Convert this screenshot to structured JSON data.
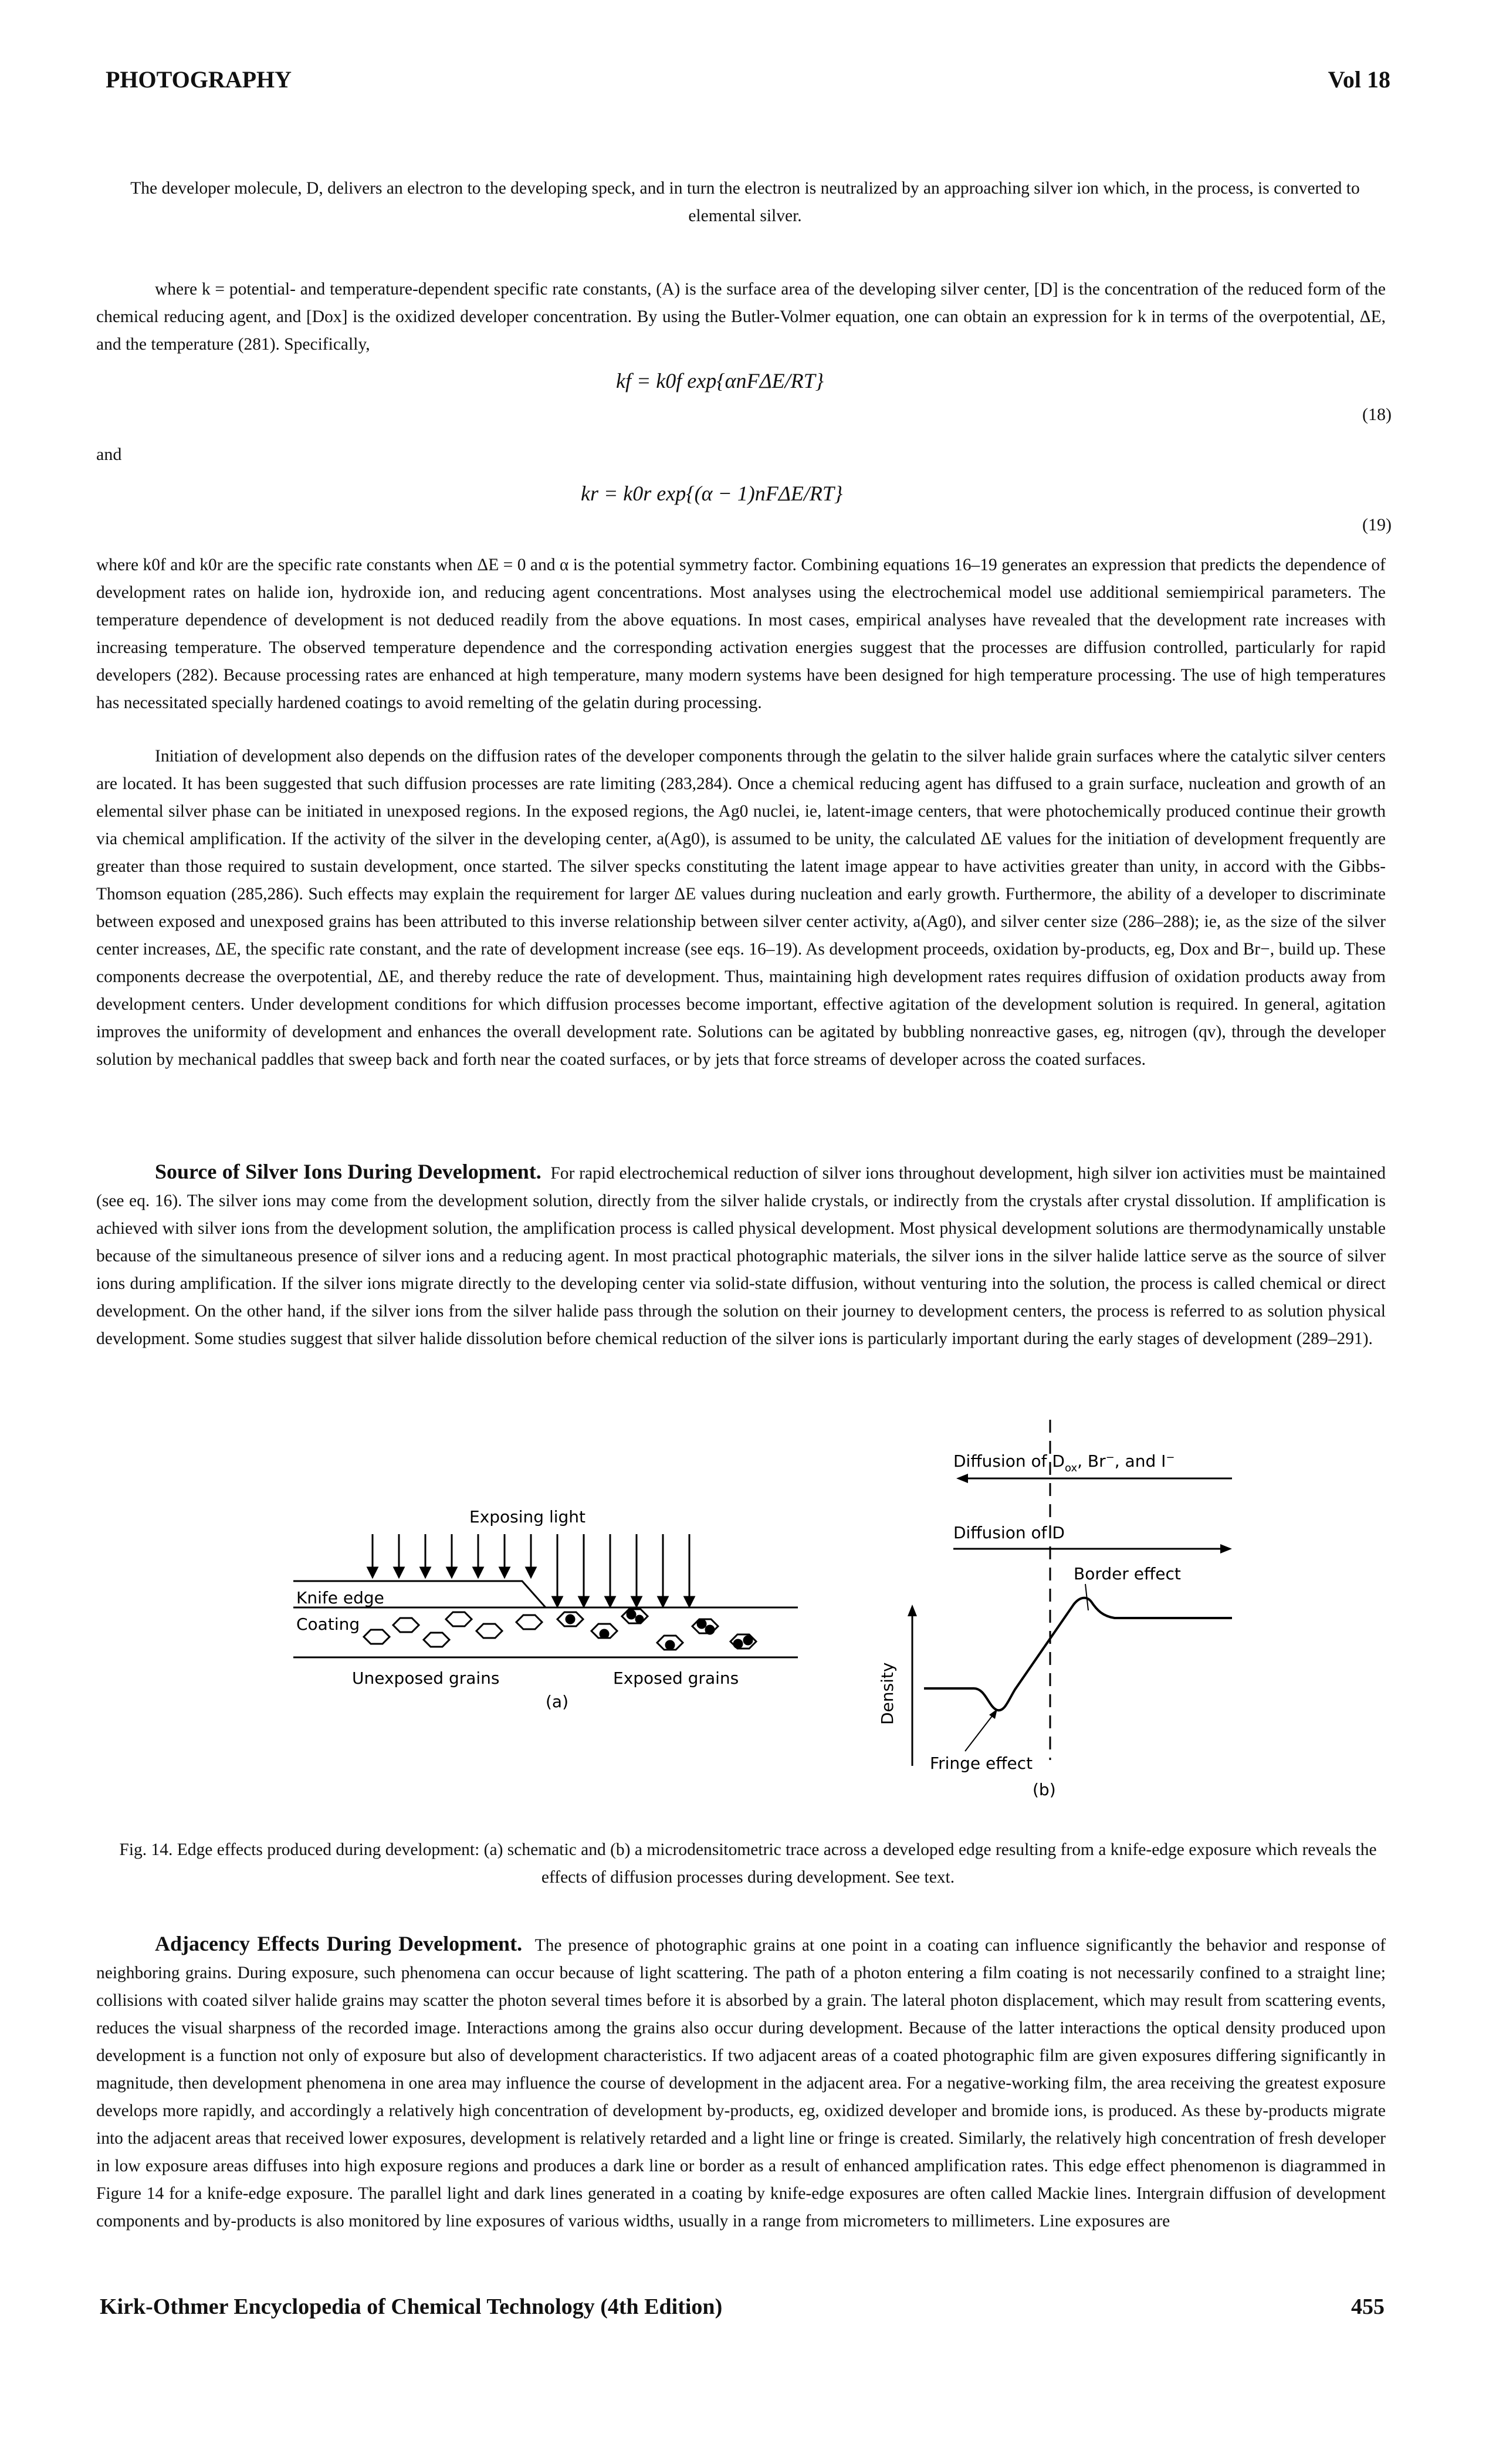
{
  "header": {
    "left": "PHOTOGRAPHY",
    "right": "Vol 18"
  },
  "intro": "The developer molecule, D, delivers an electron to the developing speck, and in turn the electron is neutralized by an approaching silver ion which, in the process, is converted to elemental silver.",
  "para_where": "where k = potential- and temperature-dependent specific rate constants, (A) is the surface area of the developing silver center, [D] is the concentration of the reduced form of the chemical reducing agent, and [Dox] is the oxidized developer concentration. By using the Butler-Volmer equation, one can obtain an expression for k in terms of the overpotential, ΔE, and the temperature (281). Specifically,",
  "eq18": "kf = k0f exp{αnFΔE/RT}",
  "eq18_num": "(18)",
  "and_word": "and",
  "eq19": "kr = k0r exp{(α − 1)nFΔE/RT}",
  "eq19_num": "(19)",
  "para_rates": "where k0f and k0r are the specific rate constants when ΔE = 0 and α is the potential symmetry factor. Combining equations 16–19 generates an expression that predicts the dependence of development rates on halide ion, hydroxide ion, and reducing agent concentrations. Most analyses using the electrochemical model use additional semiempirical parameters. The temperature dependence of development is not deduced readily from the above equations. In most cases, empirical analyses have revealed that the development rate increases with increasing temperature. The observed temperature dependence and the corresponding activation energies suggest that the processes are diffusion controlled, particularly for rapid developers (282). Because processing rates are enhanced at high temperature, many modern systems have been designed for high temperature processing. The use of high temperatures has necessitated specially hardened coatings to avoid remelting of the gelatin during processing.",
  "para_init": "Initiation of development also depends on the diffusion rates of the developer components through the gelatin to the silver halide grain surfaces where the catalytic silver centers are located. It has been suggested that such diffusion processes are rate limiting (283,284). Once a chemical reducing agent has diffused to a grain surface, nucleation and growth of an elemental silver phase can be initiated in unexposed regions. In the exposed regions, the Ag0 nuclei, ie, latent-image centers, that were photochemically produced continue their growth via chemical amplification. If the activity of the silver in the developing center, a(Ag0), is assumed to be unity, the calculated ΔE values for the initiation of development frequently are greater than those required to sustain development, once started. The silver specks constituting the latent image appear to have activities greater than unity, in accord with the Gibbs-Thomson equation (285,286). Such effects may explain the requirement for larger ΔE values during nucleation and early growth. Furthermore, the ability of a developer to discriminate between exposed and unexposed grains has been attributed to this inverse relationship between silver center activity, a(Ag0), and silver center size (286–288); ie, as the size of the silver center increases, ΔE, the specific rate constant, and the rate of development increase (see eqs. 16–19). As development proceeds, oxidation by-products, eg, Dox and Br−, build up. These components decrease the overpotential, ΔE, and thereby reduce the rate of development. Thus, maintaining high development rates requires diffusion of oxidation products away from development centers. Under development conditions for which diffusion processes become important, effective agitation of the development solution is required. In general, agitation improves the uniformity of development and enhances the overall development rate. Solutions can be agitated by bubbling nonreactive gases, eg, nitrogen (qv), through the developer solution by mechanical paddles that sweep back and forth near the coated surfaces, or by jets that force streams of developer across the coated surfaces.",
  "source_heading": "Source of Silver Ions During Development.",
  "para_source": "For rapid electrochemical reduction of silver ions throughout development, high silver ion activities must be maintained (see eq. 16). The silver ions may come from the development solution, directly from the silver halide crystals, or indirectly from the crystals after crystal dissolution. If amplification is achieved with silver ions from the development solution, the amplification process is called physical development. Most physical development solutions are thermodynamically unstable because of the simultaneous presence of silver ions and a reducing agent. In most practical photographic materials, the silver ions in the silver halide lattice serve as the source of silver ions during amplification. If the silver ions migrate directly to the developing center via solid-state diffusion, without venturing into the solution, the process is called chemical or direct development. On the other hand, if the silver ions from the silver halide pass through the solution on their journey to development centers, the process is referred to as solution physical development. Some studies suggest that silver halide dissolution before chemical reduction of the silver ions is particularly important during the early stages of development (289–291).",
  "figure": {
    "exposing_light": "Exposing light",
    "knife_edge": "Knife edge",
    "coating": "Coating",
    "unexposed": "Unexposed grains",
    "exposed": "Exposed grains",
    "panel_a": "(a)",
    "diffusion_ox": "Diffusion of Dox, Br−, and I−",
    "diffusion_d": "Diffusion of D",
    "border_effect": "Border effect",
    "density": "Density",
    "fringe_effect": "Fringe effect",
    "panel_b": "(b)"
  },
  "caption": "Fig. 14. Edge effects produced during development: (a) schematic and (b) a microdensitometric trace across a developed edge resulting from a knife-edge exposure which reveals the effects of diffusion processes during development. See text.",
  "adj_heading": "Adjacency Effects During Development.",
  "para_adj": "The presence of photographic grains at one point in a coating can influence significantly the behavior and response of neighboring grains. During exposure, such phenomena can occur because of light scattering. The path of a photon entering a film coating is not necessarily confined to a straight line; collisions with coated silver halide grains may scatter the photon several times before it is absorbed by a grain. The lateral photon displacement, which may result from scattering events, reduces the visual sharpness of the recorded image. Interactions among the grains also occur during development. Because of the latter interactions the optical density produced upon development is a function not only of exposure but also of development characteristics. If two adjacent areas of a coated photographic film are given exposures differing significantly in magnitude, then development phenomena in one area may influence the course of development in the adjacent area. For a negative-working film, the area receiving the greatest exposure develops more rapidly, and accordingly a relatively high concentration of development by-products, eg, oxidized developer and bromide ions, is produced. As these by-products migrate into the adjacent areas that received lower exposures, development is relatively retarded and a light line or fringe is created. Similarly, the relatively high concentration of fresh developer in low exposure areas diffuses into high exposure regions and produces a dark line or border as a result of enhanced amplification rates. This edge effect phenomenon is diagrammed in Figure 14 for a knife-edge exposure. The parallel light and dark lines generated in a coating by knife-edge exposures are often called Mackie lines. Intergrain diffusion of development components and by-products is also monitored by line exposures of various widths, usually in a range from micrometers to millimeters. Line exposures are",
  "footer": {
    "left": "Kirk-Othmer Encyclopedia of Chemical Technology (4th Edition)",
    "right": "455"
  }
}
